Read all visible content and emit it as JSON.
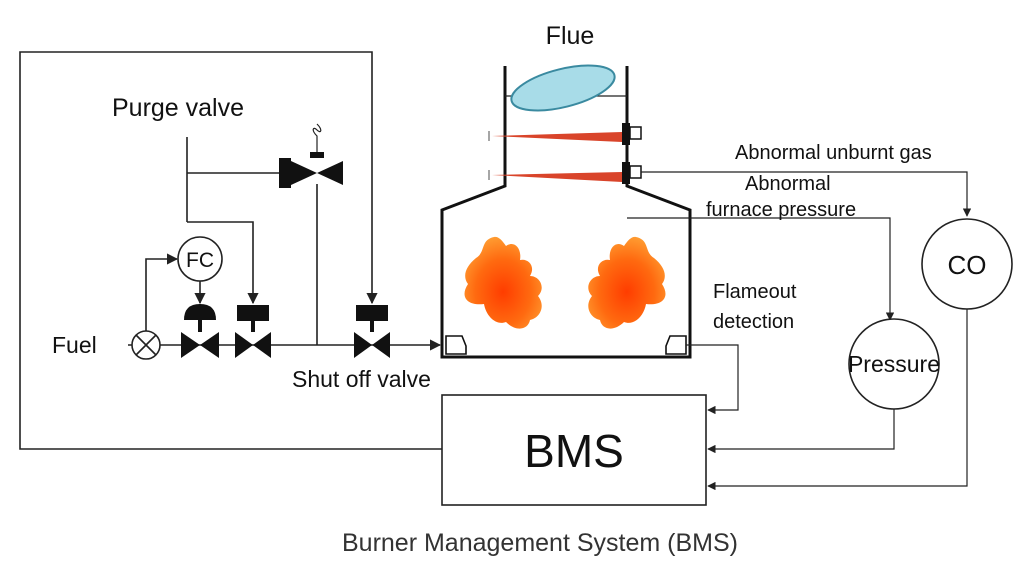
{
  "labels": {
    "flue": "Flue",
    "purge_valve": "Purge valve",
    "abnormal_unburnt_gas": "Abnormal unburnt gas",
    "abnormal_furnace_pressure_line1": "Abnormal",
    "abnormal_furnace_pressure_line2": "furnace pressure",
    "flameout_line1": "Flameout",
    "flameout_line2": "detection",
    "fuel": "Fuel",
    "shut_off_valve": "Shut off valve",
    "fc": "FC",
    "co": "CO",
    "pressure": "Pressure",
    "bms": "BMS",
    "caption": "Burner Management System (BMS)"
  },
  "colors": {
    "flue_damper": "#a8dce8",
    "flame_outer": "#ff8a1a",
    "flame_inner": "#ff4a0a",
    "sensor_beam": "#d9442a"
  }
}
